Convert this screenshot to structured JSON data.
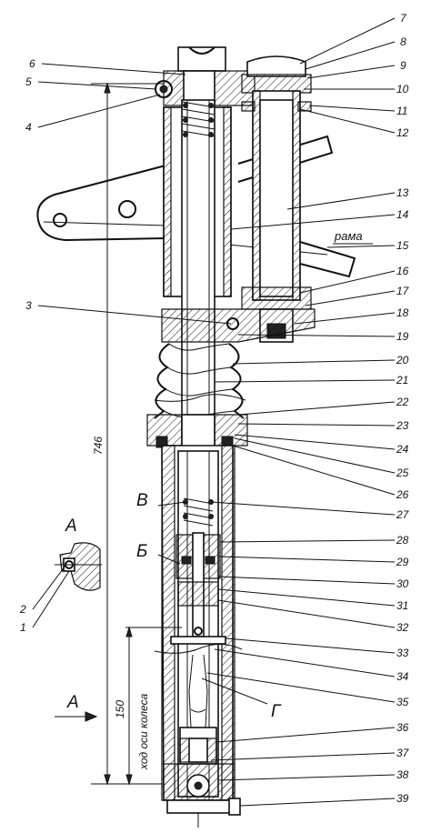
{
  "callouts_right": [
    "7",
    "8",
    "9",
    "10",
    "11",
    "12",
    "13",
    "14",
    "15",
    "16",
    "17",
    "18",
    "19",
    "20",
    "21",
    "22",
    "23",
    "24",
    "25",
    "26",
    "27",
    "28",
    "29",
    "30",
    "31",
    "32",
    "33",
    "34",
    "35",
    "36",
    "37",
    "38",
    "39"
  ],
  "callouts_left": [
    "6",
    "5",
    "4",
    "3",
    "2",
    "1"
  ],
  "frame_label": "рама",
  "dim_total": "746",
  "dim_travel": "150",
  "dim_travel_caption": "ход оси колеса",
  "section_letter": "А",
  "letter_v": "В",
  "letter_b": "Б",
  "letter_g": "Г"
}
